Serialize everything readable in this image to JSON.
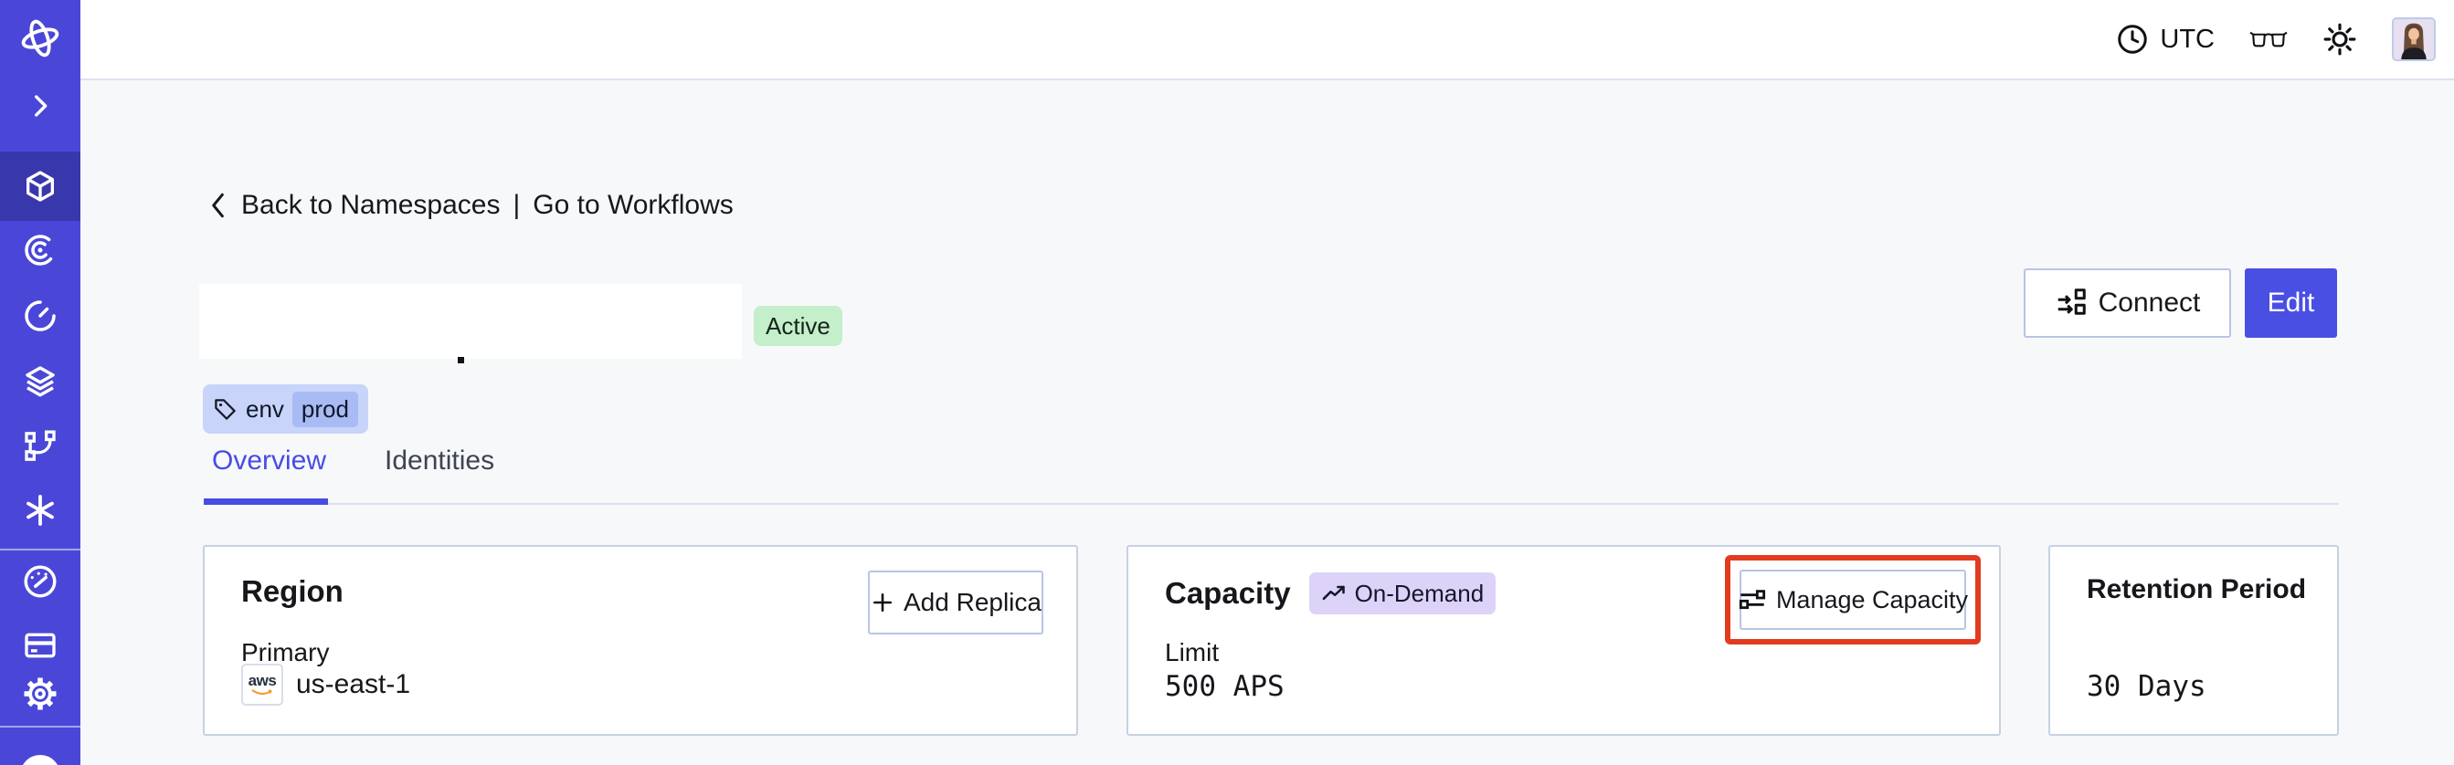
{
  "header": {
    "timezone": "UTC"
  },
  "sidebar": {
    "items": [
      {
        "icon": "temporal-logo"
      },
      {
        "icon": "expand-chevron"
      },
      {
        "icon": "namespaces-cube",
        "active": true
      },
      {
        "icon": "workflows-spiral"
      },
      {
        "icon": "schedules-clock"
      },
      {
        "icon": "deployments-layers"
      },
      {
        "icon": "batch-branch"
      },
      {
        "icon": "nexus-asterisk"
      },
      {
        "icon": "usage-gauge"
      },
      {
        "icon": "billing-card"
      },
      {
        "icon": "settings-gear"
      },
      {
        "icon": "account-circle-partial"
      }
    ]
  },
  "breadcrumb": {
    "back_label": "Back to Namespaces",
    "separator": "|",
    "forward_label": "Go to Workflows"
  },
  "namespace": {
    "status": "Active",
    "tag": {
      "key": "env",
      "value": "prod"
    }
  },
  "actions": {
    "connect_label": "Connect",
    "edit_label": "Edit"
  },
  "tabs": [
    {
      "label": "Overview",
      "active": true
    },
    {
      "label": "Identities",
      "active": false
    }
  ],
  "cards": {
    "region": {
      "title": "Region",
      "add_replica_label": "Add Replica",
      "primary_label": "Primary",
      "provider": "aws",
      "value": "us-east-1"
    },
    "capacity": {
      "title": "Capacity",
      "badge": "On-Demand",
      "manage_label": "Manage Capacity",
      "limit_label": "Limit",
      "limit_value": "500 APS"
    },
    "retention": {
      "title": "Retention Period",
      "value": "30 Days"
    }
  },
  "colors": {
    "sidebar_indigo": "#4A47D8",
    "accent_indigo": "#474CE4",
    "edit_button": "#4A4FE3",
    "highlight_red": "#E23B20",
    "status_green_bg": "#C5EECB",
    "tag_blue_bg": "#C8D4F9",
    "tag_blue_inner": "#A9BBF4",
    "ondemand_purple_bg": "#DDD3F8",
    "page_bg": "#F7F8FA",
    "card_border": "#C6D2E1",
    "aws_orange": "#F49B1F"
  }
}
